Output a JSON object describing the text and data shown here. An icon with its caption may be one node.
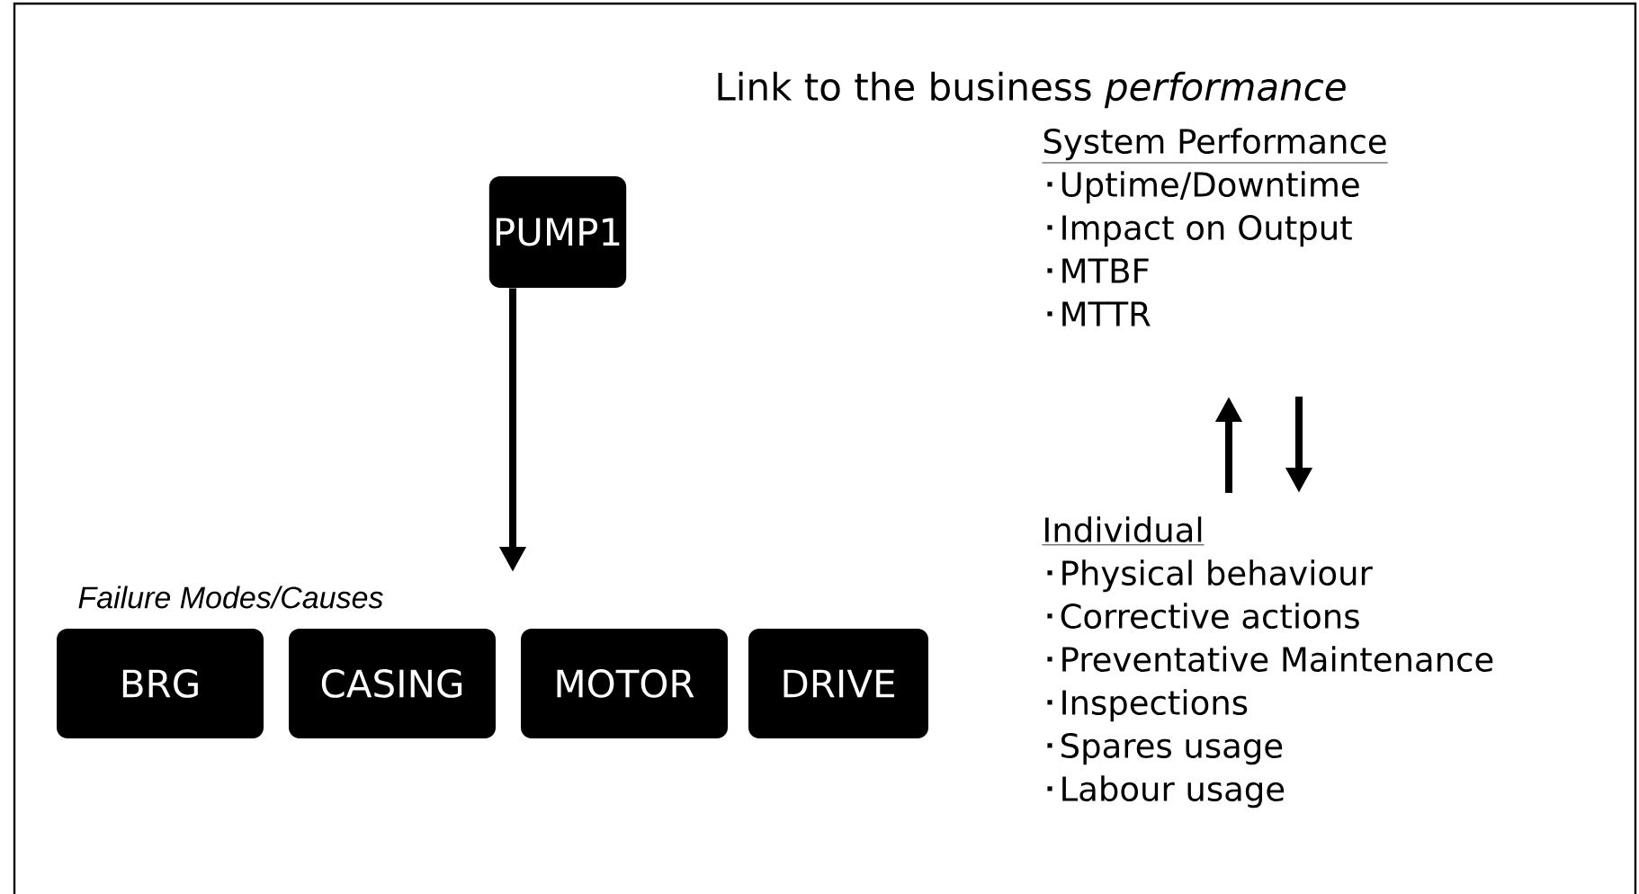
{
  "diagram": {
    "title": "Link to the business *performance*",
    "nodes": [
      {
        "text": [
          "PUMP1"
        ]
      },
      {
        "text": [
          "BRG"
        ]
      },
      {
        "text": [
          "CASING"
        ]
      },
      {
        "text": [
          "MOTOR"
        ]
      },
      {
        "text": [
          "DRIVE"
        ]
      },
      {
        "text": [
          "System Performance",
          "Uptime/Downtime",
          "Impact on Output",
          "MTBF",
          "MTTR"
        ]
      },
      {
        "text": [
          "Individual",
          "Physical behaviour",
          "Corrective actions",
          "Preventative Maintenance",
          "Inspections",
          "Spares usage",
          "Labour usage"
        ]
      }
    ],
    "edges": [
      {
        "from": 0,
        "to": null,
        "arrow": "to"
      },
      {
        "from": 6,
        "to": 5,
        "arrow": "to"
      },
      {
        "from": 5,
        "to": 6,
        "arrow": "to"
      }
    ],
    "labels": [
      "Failure Modes/Causes"
    ]
  }
}
